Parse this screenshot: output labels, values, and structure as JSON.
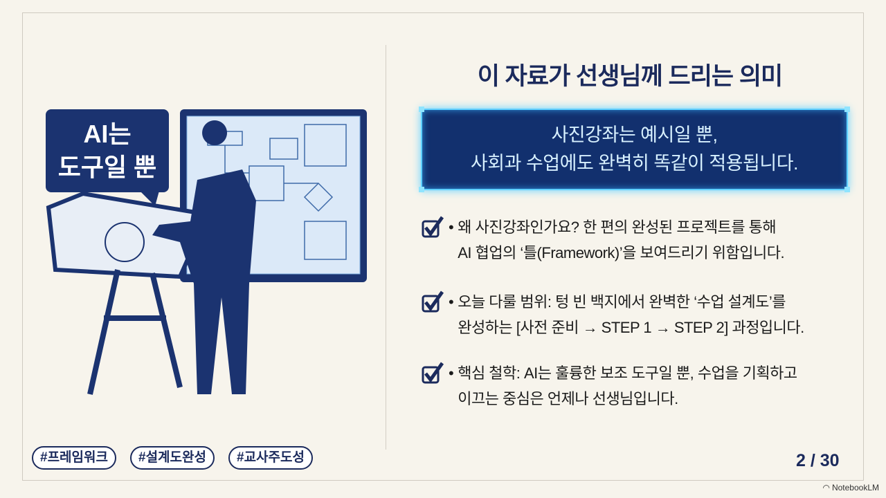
{
  "title": "이 자료가 선생님께 드리는 의미",
  "highlight": {
    "line1": "사진강좌는 예시일 뿐,",
    "line2": "사회과 수업에도 완벽히 똑같이 적용됩니다."
  },
  "bullets": [
    {
      "line1": "왜 사진강좌인가요? 한 편의 완성된 프로젝트를 통해",
      "line2": "AI 협업의 ‘틀(Framework)’을 보여드리기 위함입니다."
    },
    {
      "line1": "오늘 다룰 범위: 텅 빈 백지에서 완벽한 ‘수업 설계도’를",
      "line2": "완성하는 [사전 준비 → STEP 1 → STEP 2] 과정입니다."
    },
    {
      "line1": "핵심 철학: AI는 훌륭한 보조 도구일 뿐, 수업을 기획하고",
      "line2": "이끄는 중심은 언제나 선생님입니다."
    }
  ],
  "bubble": {
    "line1": "AI는",
    "line2": "도구일 뿐"
  },
  "tags": [
    "#프레임워크",
    "#설계도완성",
    "#교사주도성"
  ],
  "page": "2 / 30",
  "brand": "NotebookLM",
  "colors": {
    "navy": "#1b2a5c",
    "glow": "#5fd0ff",
    "box": "#12306e"
  }
}
